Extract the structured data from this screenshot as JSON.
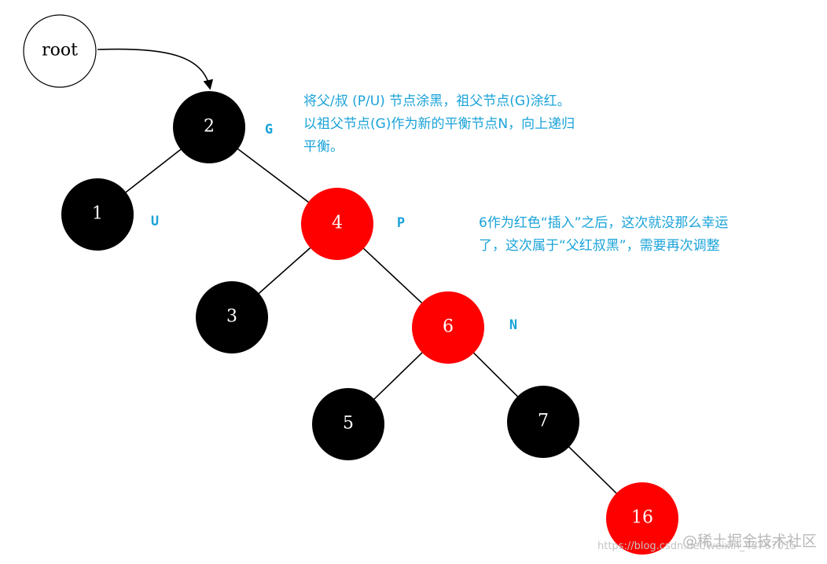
{
  "root_label": "root",
  "nodes": [
    {
      "id": "n2",
      "label": "2",
      "color": "black"
    },
    {
      "id": "n1",
      "label": "1",
      "color": "black"
    },
    {
      "id": "n4",
      "label": "4",
      "color": "red"
    },
    {
      "id": "n3",
      "label": "3",
      "color": "black"
    },
    {
      "id": "n6",
      "label": "6",
      "color": "red"
    },
    {
      "id": "n5",
      "label": "5",
      "color": "black"
    },
    {
      "id": "n7",
      "label": "7",
      "color": "black"
    },
    {
      "id": "n16",
      "label": "16",
      "color": "red"
    }
  ],
  "edges": [
    {
      "from": "n2",
      "to": "n1"
    },
    {
      "from": "n2",
      "to": "n4"
    },
    {
      "from": "n4",
      "to": "n3"
    },
    {
      "from": "n4",
      "to": "n6"
    },
    {
      "from": "n6",
      "to": "n5"
    },
    {
      "from": "n6",
      "to": "n7"
    },
    {
      "from": "n7",
      "to": "n16"
    }
  ],
  "roles": {
    "g": "G",
    "u": "U",
    "p": "P",
    "n": "N"
  },
  "colors": {
    "black": "#000000",
    "red": "#ff0000",
    "annotation": "#1aa3d9",
    "edge": "#000000"
  },
  "notes": {
    "step_recolor_line1": "将父/叔 (P/U) 节点涂黑，祖父节点(G)涂红。",
    "step_recolor_line2": "以祖父节点(G)作为新的平衡节点N，向上递归",
    "step_recolor_line3": "平衡。",
    "insert_line1": "6作为红色“插入”之后，这次就没那么幸运",
    "insert_line2": "了，这次属于“父红叔黑”，需要再次调整"
  },
  "watermark": {
    "url": "https://blog.csdn.net/weixin_43767015",
    "brand": "@稀土掘金技术社区"
  }
}
